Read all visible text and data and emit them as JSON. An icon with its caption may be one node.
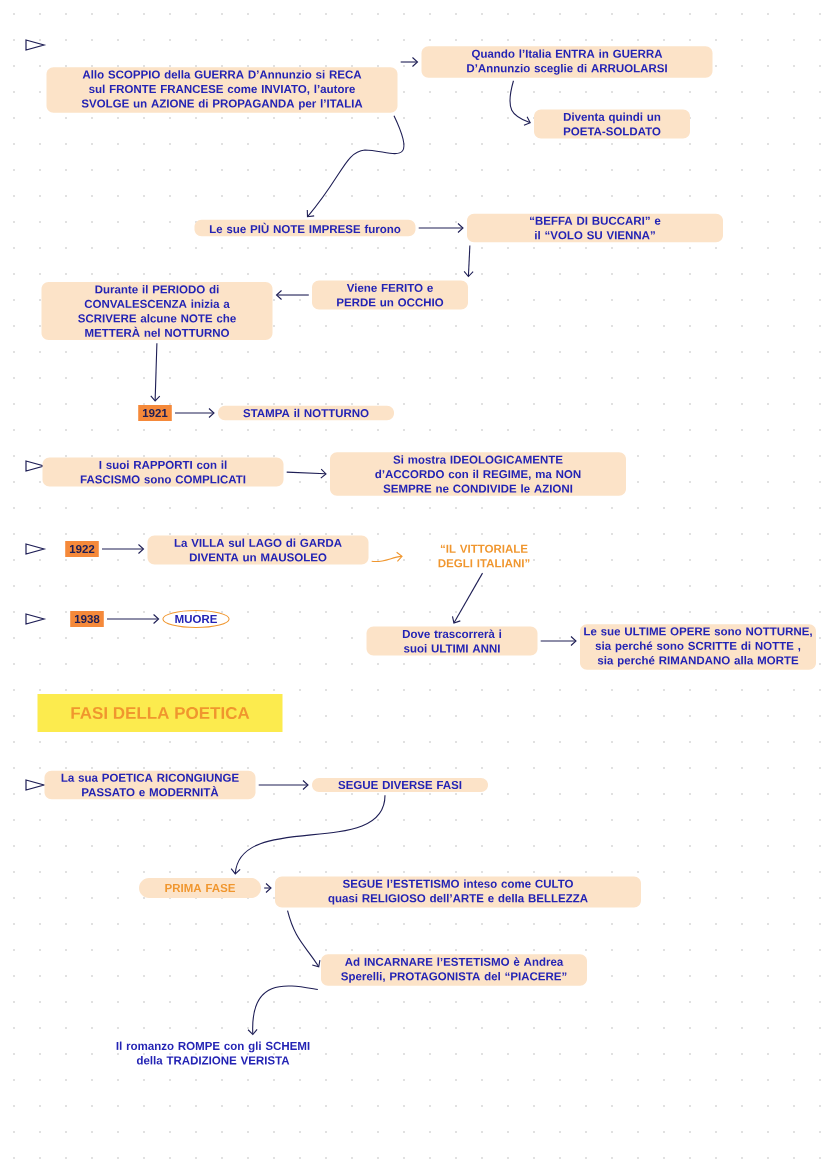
{
  "diagram": {
    "nodes": [
      {
        "text": [
          "Allo SCOPPIO della GUERRA D’Annunzio si RECA sul FRONTE FRANCESE come INVIATO, l’autore SVOLGE un AZIONE di PROPAGANDA per l’ITALIA"
        ]
      },
      {
        "text": [
          "Quando l’Italia ENTRA in GUERRA D’Annunzio sceglie di ARRUOLARSI"
        ]
      },
      {
        "text": [
          "Diventa quindi un POETA-SOLDATO"
        ]
      },
      {
        "text": [
          "Le sue PIÙ NOTE IMPRESE furono"
        ]
      },
      {
        "text": [
          "“BEFFA DI BUCCARI” e il “VOLO SU VIENNA”"
        ]
      },
      {
        "text": [
          "Viene FERITO e PERDE un OCCHIO"
        ]
      },
      {
        "text": [
          "Durante il PERIODO di CONVALESCENZA inizia a SCRIVERE alcune NOTE che METTERÀ nel NOTTURNO"
        ]
      },
      {
        "text": [
          "1921"
        ]
      },
      {
        "text": [
          "STAMPA il NOTTURNO"
        ]
      },
      {
        "text": [
          "I suoi RAPPORTI con il FASCISMO sono COMPLICATI"
        ]
      },
      {
        "text": [
          "Si mostra IDEOLOGICAMENTE d’ACCORDO con il REGIME, ma NON SEMPRE ne CONDIVIDE le AZIONI"
        ]
      },
      {
        "text": [
          "1922"
        ]
      },
      {
        "text": [
          "La VILLA sul LAGO di GARDA DIVENTA un MAUSOLEO"
        ]
      },
      {
        "text": [
          "“IL VITTORIALE DEGLI ITALIANI”"
        ]
      },
      {
        "text": [
          "1938"
        ]
      },
      {
        "text": [
          "MUORE"
        ]
      },
      {
        "text": [
          "Dove trascorrerà i suoi ULTIMI ANNI"
        ]
      },
      {
        "text": [
          "Le sue ULTIME OPERE sono NOTTURNE, sia perché sono SCRITTE di NOTTE , sia perché RIMANDANO alla MORTE"
        ]
      },
      {
        "text": [
          "La sua POETICA RICONGIUNGE PASSATO e MODERNITÀ"
        ]
      },
      {
        "text": [
          "SEGUE DIVERSE FASI"
        ]
      },
      {
        "text": [
          "PRIMA FASE"
        ]
      },
      {
        "text": [
          "SEGUE l’ESTETISMO inteso come CULTO quasi RELIGIOSO dell’ARTE e della BELLEZZA"
        ]
      },
      {
        "text": [
          "Ad INCARNARE l’ESTETISMO è Andrea Sperelli, PROTAGONISTA del “PIACERE”"
        ]
      },
      {
        "text": [
          "Il romanzo ROMPE con gli SCHEMI della TRADIZIONE VERISTA"
        ]
      }
    ],
    "edges": [
      {
        "from": 0,
        "to": 1,
        "arrow": "to"
      },
      {
        "from": 1,
        "to": 2,
        "arrow": "to"
      },
      {
        "from": 0,
        "to": 3,
        "arrow": "to"
      },
      {
        "from": 3,
        "to": 4,
        "arrow": "to"
      },
      {
        "from": 4,
        "to": 5,
        "arrow": "to"
      },
      {
        "from": 5,
        "to": 6,
        "arrow": "to"
      },
      {
        "from": 6,
        "to": 7,
        "arrow": "to"
      },
      {
        "from": 7,
        "to": 8,
        "arrow": "to"
      },
      {
        "from": 9,
        "to": 10,
        "arrow": "to"
      },
      {
        "from": 11,
        "to": 12,
        "arrow": "to"
      },
      {
        "from": 12,
        "to": 13,
        "arrow": "to",
        "color": "#f0962e"
      },
      {
        "from": 13,
        "to": 16,
        "arrow": "to"
      },
      {
        "from": 14,
        "to": 15,
        "arrow": "to"
      },
      {
        "from": 16,
        "to": 17,
        "arrow": "to"
      },
      {
        "from": 18,
        "to": 19,
        "arrow": "to"
      },
      {
        "from": 19,
        "to": 20,
        "arrow": "to"
      },
      {
        "from": 20,
        "to": 21,
        "arrow": "to"
      },
      {
        "from": 21,
        "to": 22,
        "arrow": "to"
      },
      {
        "from": 22,
        "to": 23,
        "arrow": "to"
      }
    ],
    "labels": [
      "FASI DELLA POETICA"
    ]
  }
}
